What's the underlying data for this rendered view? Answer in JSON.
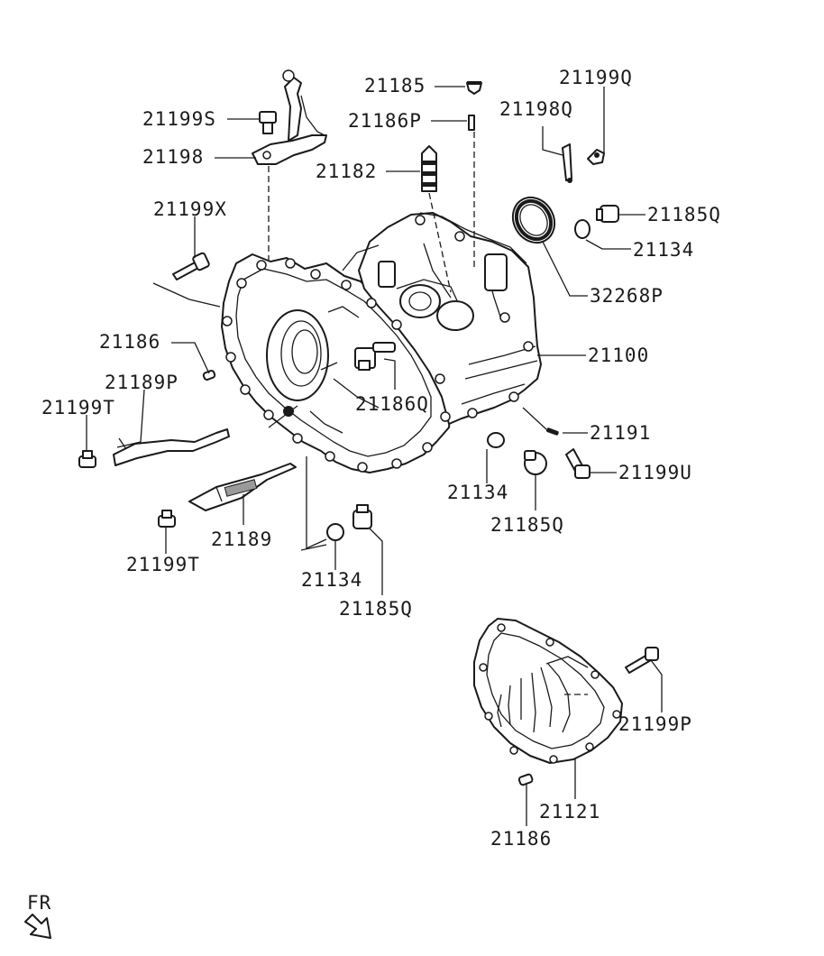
{
  "diagram": {
    "labels": {
      "p21185": "21185",
      "p21199Q": "21199Q",
      "p21199S": "21199S",
      "p21186P": "21186P",
      "p21198Q": "21198Q",
      "p21198": "21198",
      "p21182": "21182",
      "p21199X": "21199X",
      "p21185Q_top": "21185Q",
      "p21134_top": "21134",
      "p32268P": "32268P",
      "p21186_left": "21186",
      "p21100": "21100",
      "p21189P": "21189P",
      "p21199T_left": "21199T",
      "p21186Q": "21186Q",
      "p21191": "21191",
      "p21199U": "21199U",
      "p21134_mid": "21134",
      "p21185Q_mid": "21185Q",
      "p21189": "21189",
      "p21199T_bottom": "21199T",
      "p21134_bottom": "21134",
      "p21185Q_bottom": "21185Q",
      "p21199P": "21199P",
      "p21121": "21121",
      "p21186_bottom": "21186",
      "fr": "FR"
    }
  }
}
